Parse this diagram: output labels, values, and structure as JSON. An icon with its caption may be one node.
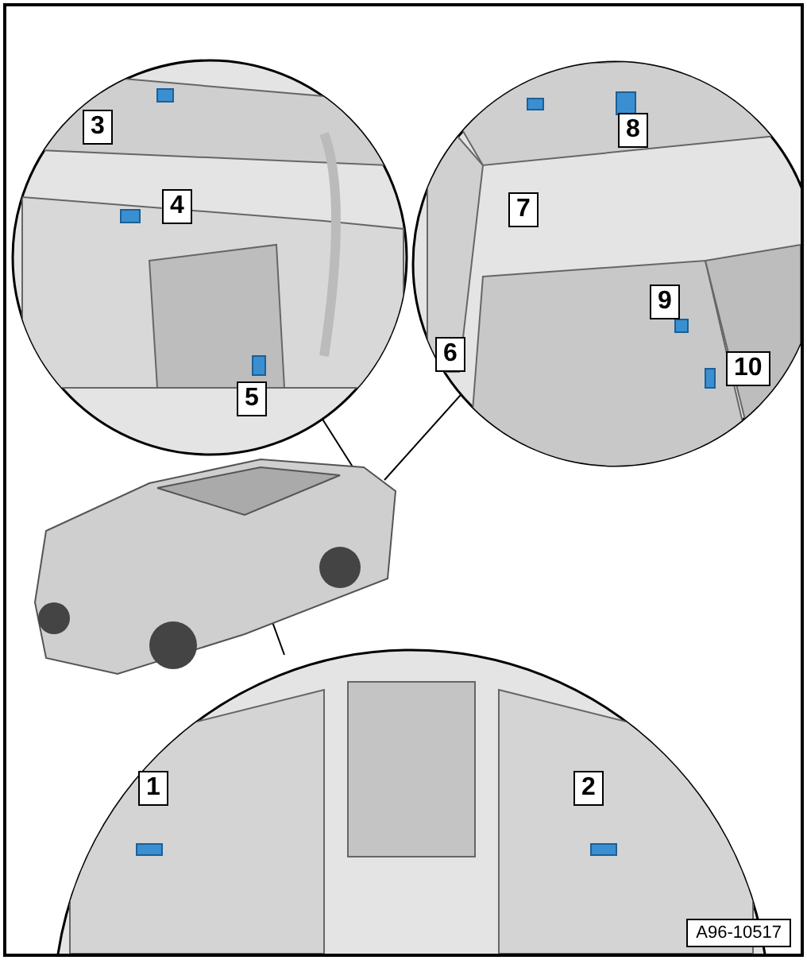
{
  "diagram": {
    "labels": [
      "3",
      "8",
      "4",
      "7",
      "9",
      "6",
      "10",
      "5",
      "1",
      "2",
      "A96-10517"
    ]
  }
}
